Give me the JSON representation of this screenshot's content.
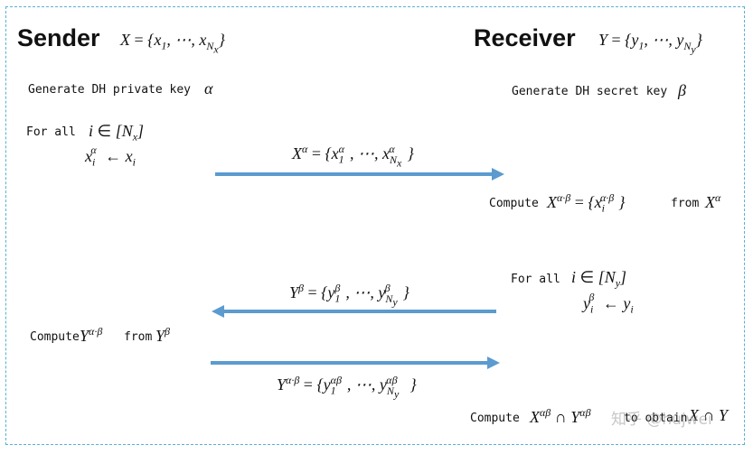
{
  "sender": {
    "title": "Sender",
    "set_def": "X = {x₁, ⋯, x_{N_x}}",
    "keygen": "Generate DH private key",
    "key_symbol": "α",
    "for_all": "For all",
    "for_cond": "i ∈ [N_x]",
    "exp_step": "x_i^α ← x_i",
    "final_compute": "Compute",
    "final_compute_expr": "Y^{α·β}",
    "final_from": "from",
    "final_from_expr": "Y^β"
  },
  "receiver": {
    "title": "Receiver",
    "set_def": "Y = {y₁, ⋯, y_{N_y}}",
    "keygen": "Generate DH secret key",
    "key_symbol": "β",
    "compute": "Compute",
    "compute_expr": "X^{α·β} = {x_i^{α·β}}",
    "compute_from": "from",
    "compute_from_expr": "X^α",
    "for_all": "For all",
    "for_cond": "i ∈ [N_y]",
    "exp_step": "y_i^β ← y_i",
    "intersect_compute": "Compute",
    "intersect_expr": "X^{αβ} ∩ Y^{αβ}",
    "intersect_obtain": "to obtain",
    "intersect_result": "X ∩ Y"
  },
  "messages": [
    {
      "direction": "right",
      "label": "X^α = {x₁^α, ⋯, x_{N_x}^α}"
    },
    {
      "direction": "left",
      "label": "Y^β = {y₁^β, ⋯, y_{N_y}^β}"
    },
    {
      "direction": "right",
      "label": "Y^{α·β} = {y₁^{αβ}, ⋯, y_{N_y}^{αβ}}"
    }
  ],
  "watermark": "知乎 @hujwei",
  "colors": {
    "arrow": "#5b9bd0",
    "frame": "#5ab0d6"
  }
}
